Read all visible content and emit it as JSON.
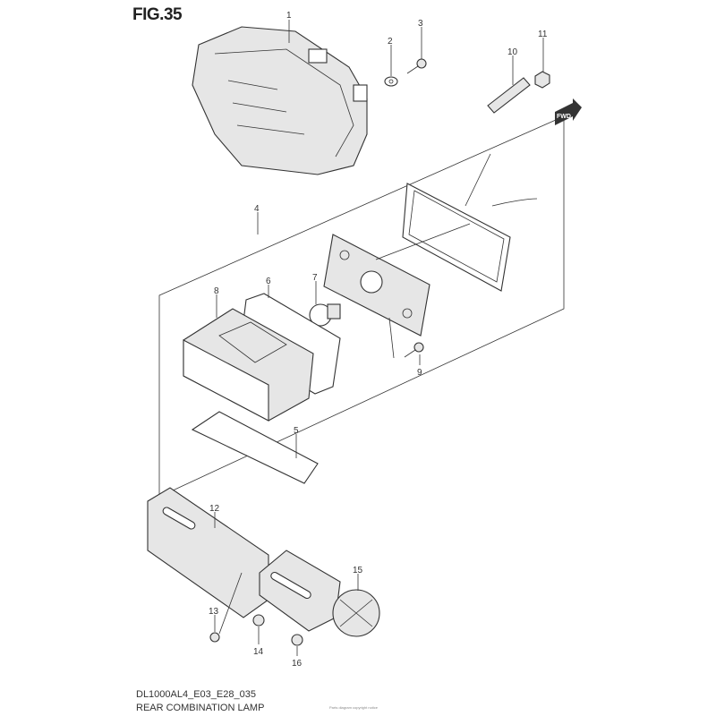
{
  "figure_title": "FIG.35",
  "model_code": "DL1000AL4_E03_E28_035",
  "diagram_title": "REAR COMBINATION LAMP",
  "copyright": "Parts diagram copyright notice",
  "fwd_badge": "FWD",
  "callouts": [
    "1",
    "2",
    "3",
    "4",
    "5",
    "6",
    "7",
    "8",
    "9",
    "10",
    "11",
    "12",
    "13",
    "14",
    "15",
    "16"
  ]
}
